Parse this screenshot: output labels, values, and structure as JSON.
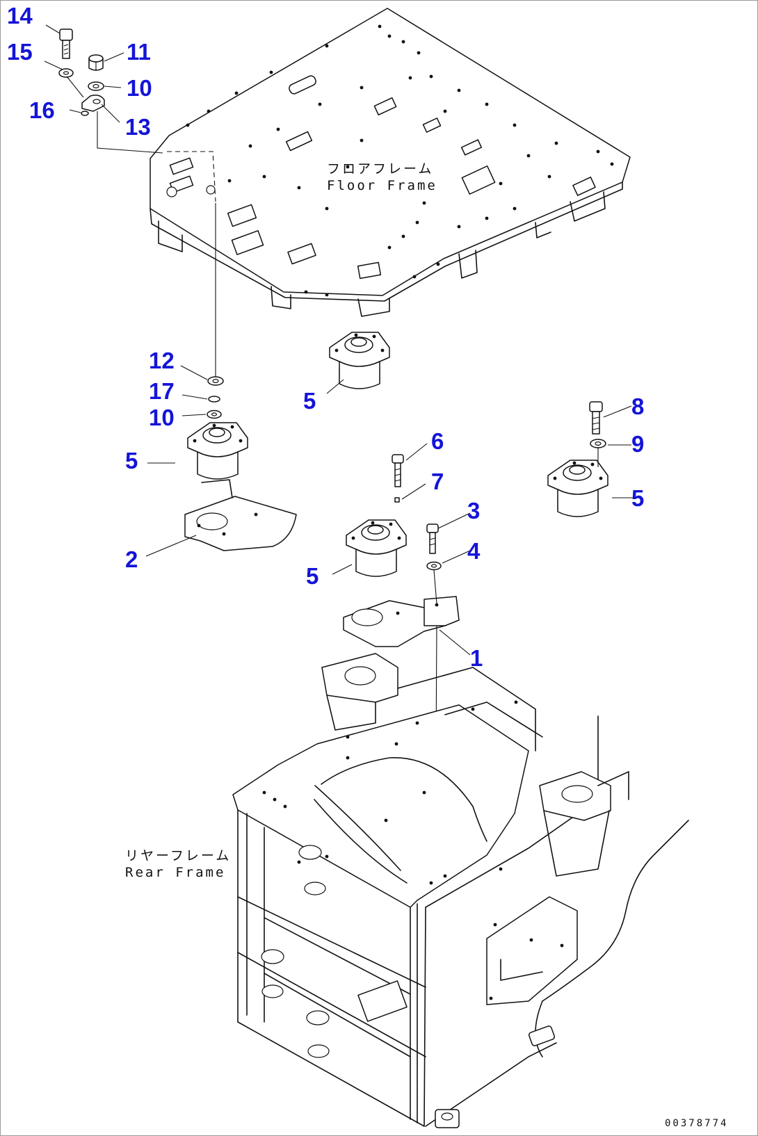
{
  "callouts": [
    {
      "id": "14",
      "label": "14"
    },
    {
      "id": "15",
      "label": "15"
    },
    {
      "id": "11",
      "label": "11"
    },
    {
      "id": "10a",
      "label": "10"
    },
    {
      "id": "16",
      "label": "16"
    },
    {
      "id": "13",
      "label": "13"
    },
    {
      "id": "12",
      "label": "12"
    },
    {
      "id": "17",
      "label": "17"
    },
    {
      "id": "10b",
      "label": "10"
    },
    {
      "id": "5a",
      "label": "5"
    },
    {
      "id": "5b",
      "label": "5"
    },
    {
      "id": "2",
      "label": "2"
    },
    {
      "id": "6",
      "label": "6"
    },
    {
      "id": "7",
      "label": "7"
    },
    {
      "id": "8",
      "label": "8"
    },
    {
      "id": "9",
      "label": "9"
    },
    {
      "id": "5c",
      "label": "5"
    },
    {
      "id": "3",
      "label": "3"
    },
    {
      "id": "4",
      "label": "4"
    },
    {
      "id": "5d",
      "label": "5"
    },
    {
      "id": "1",
      "label": "1"
    }
  ],
  "floor_frame": {
    "jp": "フロアフレーム",
    "en": "Floor Frame"
  },
  "rear_frame": {
    "jp": "リヤーフレーム",
    "en": "Rear Frame"
  },
  "drawing_number": "00378774",
  "colors": {
    "callout": "#1414d8",
    "line": "#111111"
  }
}
